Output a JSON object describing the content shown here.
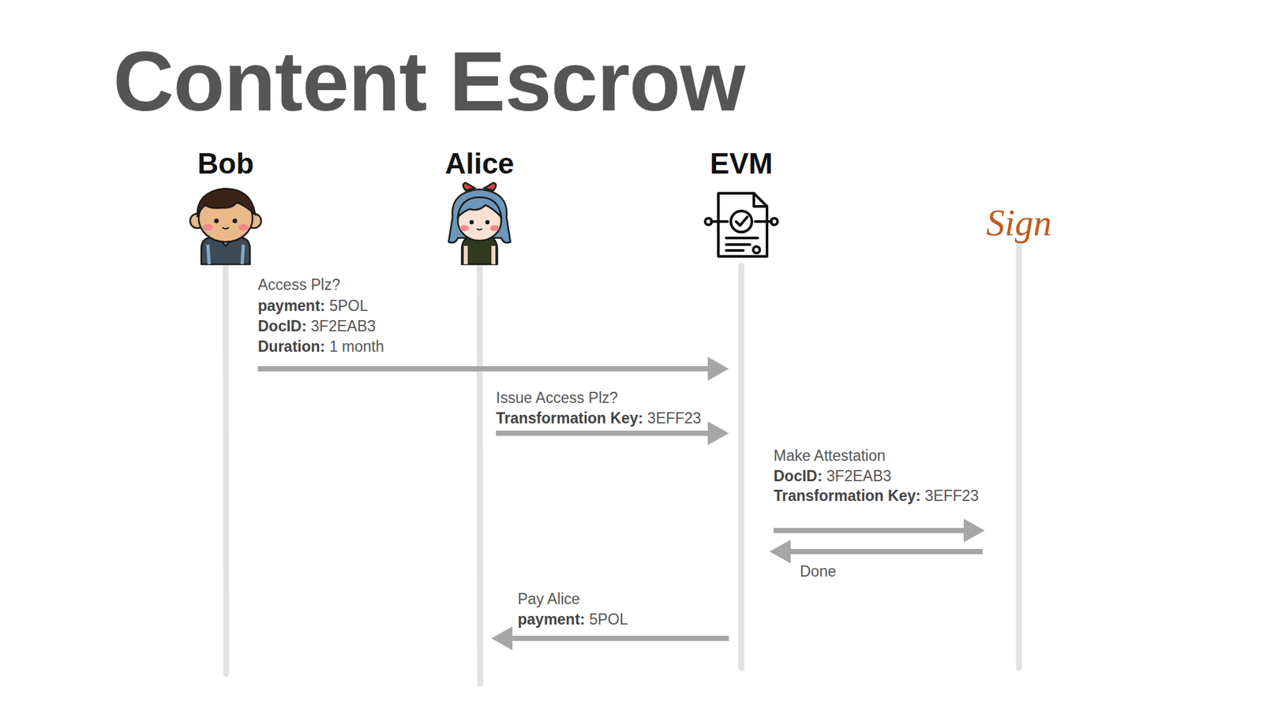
{
  "diagram": {
    "title": "Content Escrow",
    "nodes": [
      {
        "text": [
          "Bob"
        ]
      },
      {
        "text": [
          "Alice"
        ]
      },
      {
        "text": [
          "EVM"
        ]
      },
      {
        "text": [
          "Sign"
        ]
      }
    ],
    "edges": [
      {
        "from": 0,
        "to": 2,
        "arrow": "to",
        "label": "Access Plz?"
      },
      {
        "from": 1,
        "to": 2,
        "arrow": "to",
        "label": "Issue Access Plz?"
      },
      {
        "from": 2,
        "to": 3,
        "arrow": "to",
        "label": "Make Attestation"
      },
      {
        "from": 3,
        "to": 2,
        "arrow": "to",
        "label": "Done"
      },
      {
        "from": 2,
        "to": 1,
        "arrow": "to",
        "label": "Pay Alice"
      }
    ],
    "labels": [
      "payment:",
      "5POL",
      "DocID:",
      "3F2EAB3",
      "Duration:",
      "1 month",
      "Transformation Key:",
      "3EFF23",
      "DocID:",
      "3F2EAB3",
      "Transformation Key:",
      "3EFF23",
      "payment:",
      "5POL"
    ]
  }
}
